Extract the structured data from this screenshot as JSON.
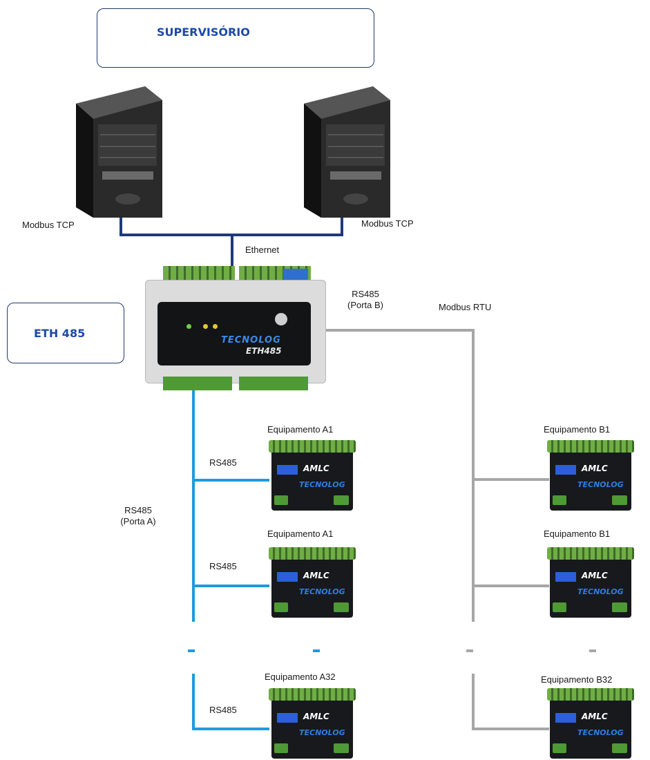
{
  "supervisor_label": "SUPERVISÓRIO",
  "eth_box_label": "ETH 485",
  "modbus_tcp_left": "Modbus TCP",
  "modbus_tcp_right": "Modbus TCP",
  "ethernet_label": "Ethernet",
  "rs485_b_label": "RS485",
  "porta_b_label": "(Porta B)",
  "modbus_rtu_label": "Modbus RTU",
  "rs485_a_label": "RS485",
  "porta_a_label": "(Porta A)",
  "gateway": {
    "brand": "TECNOLOG",
    "model": "ETH485"
  },
  "device_brand": "AMLC",
  "device_maker": "TECNOLOG",
  "left_devices": [
    {
      "name": "Equipamento A1",
      "link": "RS485"
    },
    {
      "name": "Equipamento A1",
      "link": "RS485"
    },
    {
      "name": "Equipamento A32",
      "link": "RS485"
    }
  ],
  "right_devices": [
    {
      "name": "Equipamento B1"
    },
    {
      "name": "Equipamento B1"
    },
    {
      "name": "Equipamento B32"
    }
  ],
  "colors": {
    "port_a_line": "#1e9be0",
    "port_b_line": "#a6a6a6",
    "ethernet_line": "#1f3a7a",
    "accent": "#1b4aa8"
  }
}
